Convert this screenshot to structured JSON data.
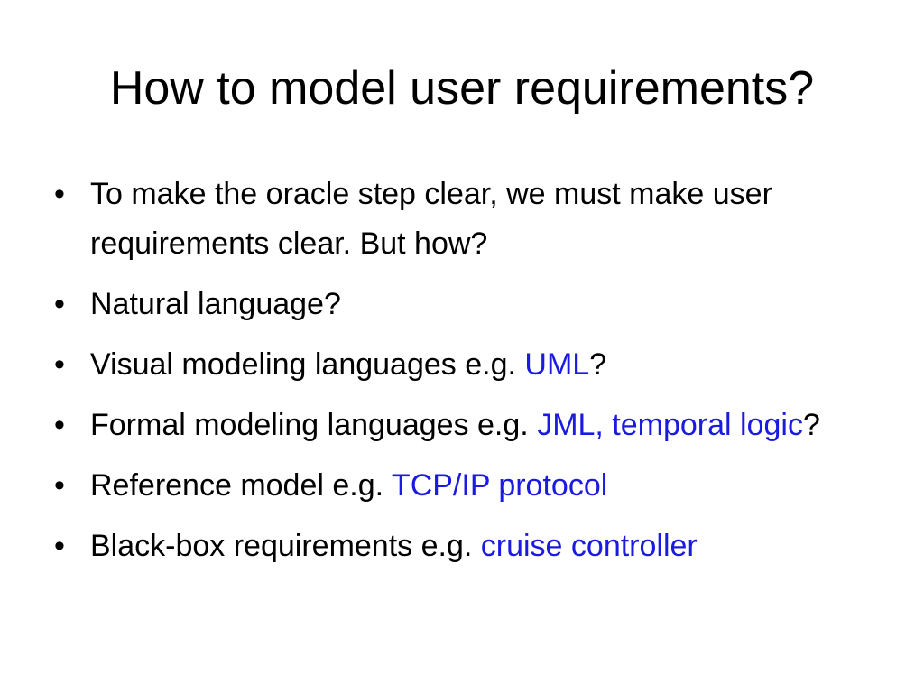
{
  "slide": {
    "title": "How to model user requirements?",
    "bullet_symbol": "•",
    "highlight_color": "#1a1ae0",
    "bullets": [
      {
        "text": "To make the oracle step clear, we must make user requirements clear. But how?",
        "highlight": "",
        "suffix": ""
      },
      {
        "text": "Natural language?",
        "highlight": "",
        "suffix": ""
      },
      {
        "text": "Visual modeling languages e.g. ",
        "highlight": "UML",
        "suffix": "?"
      },
      {
        "text": "Formal modeling languages e.g. ",
        "highlight": "JML, temporal logic",
        "suffix": "?"
      },
      {
        "text": "Reference model e.g. ",
        "highlight": "TCP/IP protocol",
        "suffix": ""
      },
      {
        "text": "Black-box requirements e.g. ",
        "highlight": "cruise controller",
        "suffix": ""
      }
    ]
  }
}
